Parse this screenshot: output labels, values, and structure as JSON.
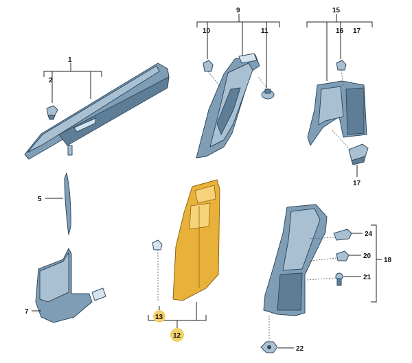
{
  "callouts": {
    "c1": "1",
    "c2": "2",
    "c5": "5",
    "c7": "7",
    "c9": "9",
    "c10": "10",
    "c11": "11",
    "c12": "12",
    "c13": "13",
    "c15": "15",
    "c16": "16",
    "c17a": "17",
    "c17b": "17",
    "c18": "18",
    "c20": "20",
    "c21": "21",
    "c22": "22",
    "c24": "24"
  },
  "colors": {
    "part_blue": "#7f9db5",
    "part_yellow": "#e8b23a",
    "highlight": "#f2cf6a"
  }
}
